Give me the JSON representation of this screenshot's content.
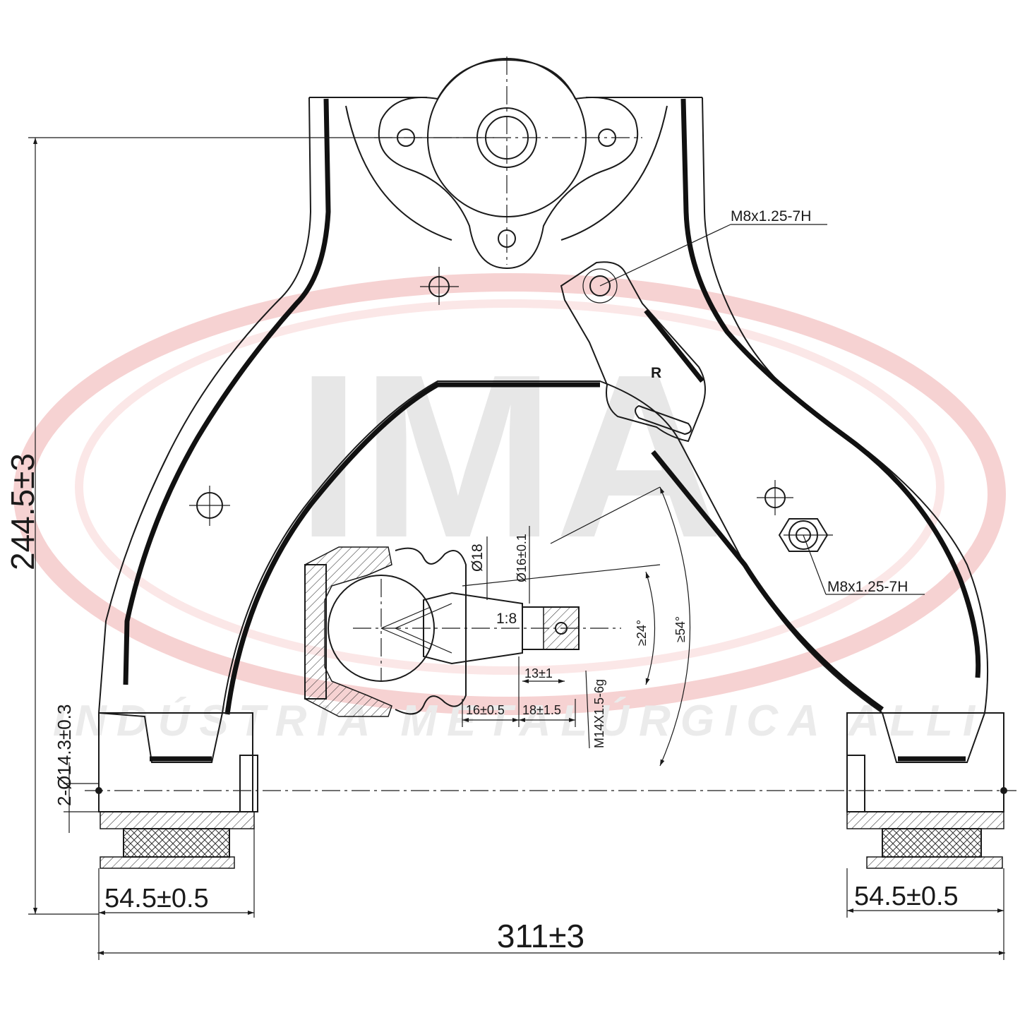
{
  "watermark": {
    "brand": "IMA",
    "tagline": "INDÚSTRIA METALÚRGICA ALLI"
  },
  "dimensions": {
    "overall_height": "244.5±3",
    "overall_width": "311±3",
    "bushing_width_left": "54.5±0.5",
    "bushing_width_right": "54.5±0.5",
    "bushing_bore": "2-Ø14.3±0.3"
  },
  "threads": {
    "upper_bracket": "M8x1.25-7H",
    "side_nut": "M8x1.25-7H"
  },
  "bracket_mark": "R",
  "ball_joint": {
    "boot_diameter": "Ø18",
    "stud_diameter": "Ø16±0.1",
    "taper": "1:8",
    "thread": "M14X1.5-6g",
    "thread_length": "13±1",
    "length_a": "16±0.5",
    "length_b": "18±1.5",
    "angle_inner": "≥24°",
    "angle_outer": "≥54°"
  }
}
